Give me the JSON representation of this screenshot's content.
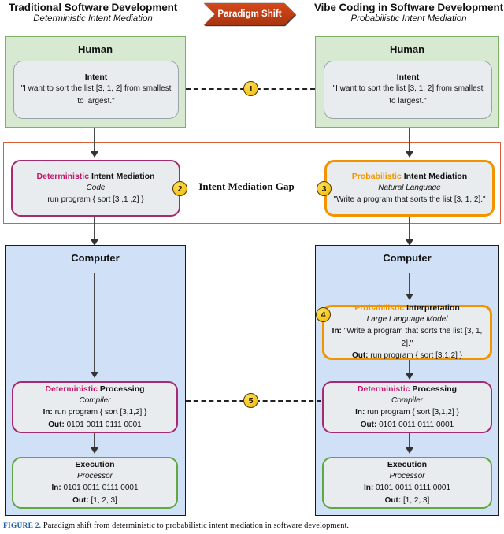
{
  "banner": {
    "label": "Paradigm Shift",
    "color": "#bf3d12"
  },
  "columns": [
    {
      "title": "Traditional Software Development",
      "subtitle": "Deterministic Intent Mediation"
    },
    {
      "title": "Vibe Coding in Software Development",
      "subtitle": "Probabilistic Intent Mediation"
    }
  ],
  "gap": {
    "title": "Intent Mediation Gap",
    "border_color": "#d9603a"
  },
  "human": {
    "label": "Human",
    "panel_color": "#d8e9d1",
    "panel_border": "#7db065",
    "intent": {
      "heading": "Intent",
      "text": "\"I want to sort the list [3, 1, 2] from smallest to largest.\""
    }
  },
  "computer": {
    "label": "Computer",
    "panel_color": "#cfe0f7",
    "panel_border": "#1b1b1b"
  },
  "left": {
    "mediation": {
      "kind": "Deterministic",
      "kind_color": "#c2186b",
      "heading_rest": "Intent Mediation",
      "subtitle": "Code",
      "body": "run program { sort [3 ,1 ,2]  }"
    },
    "processing": {
      "kind": "Deterministic",
      "kind_color": "#c2186b",
      "heading_rest": "Processing",
      "subtitle": "Compiler",
      "in_label": "In:",
      "in_value": "run program { sort [3,1,2]  }",
      "out_label": "Out:",
      "out_value": "0101 0011 0111 0001"
    },
    "execution": {
      "heading": "Execution",
      "subtitle": "Processor",
      "in_label": "In:",
      "in_value": "0101 0011 0111 0001",
      "out_label": "Out:",
      "out_value": "[1, 2, 3]"
    }
  },
  "right": {
    "mediation": {
      "kind": "Probabilistic",
      "kind_color": "#f29400",
      "heading_rest": "Intent Mediation",
      "subtitle": "Natural Language",
      "body": "\"Write a program that sorts the list [3, 1, 2].\""
    },
    "interpretation": {
      "kind": "Probabilistic",
      "kind_color": "#f29400",
      "heading_rest": "Interpretation",
      "subtitle": "Large Language Model",
      "in_label": "In:",
      "in_value": "\"Write a program that sorts the list [3, 1, 2].\"",
      "out_label": "Out:",
      "out_value": "run program { sort [3,1,2]  }"
    },
    "processing": {
      "kind": "Deterministic",
      "kind_color": "#c2186b",
      "heading_rest": "Processing",
      "subtitle": "Compiler",
      "in_label": "In:",
      "in_value": "run program { sort [3,1,2]  }",
      "out_label": "Out:",
      "out_value": "0101 0011 0111 0001"
    },
    "execution": {
      "heading": "Execution",
      "subtitle": "Processor",
      "in_label": "In:",
      "in_value": "0101 0011 0111 0001",
      "out_label": "Out:",
      "out_value": "[1, 2, 3]"
    }
  },
  "badges": [
    {
      "number": "1"
    },
    {
      "number": "2"
    },
    {
      "number": "3"
    },
    {
      "number": "4"
    },
    {
      "number": "5"
    }
  ],
  "caption": {
    "figure_number": "FIGURE 2.",
    "text": "Paradigm shift from deterministic to probabilistic intent mediation in software development."
  }
}
